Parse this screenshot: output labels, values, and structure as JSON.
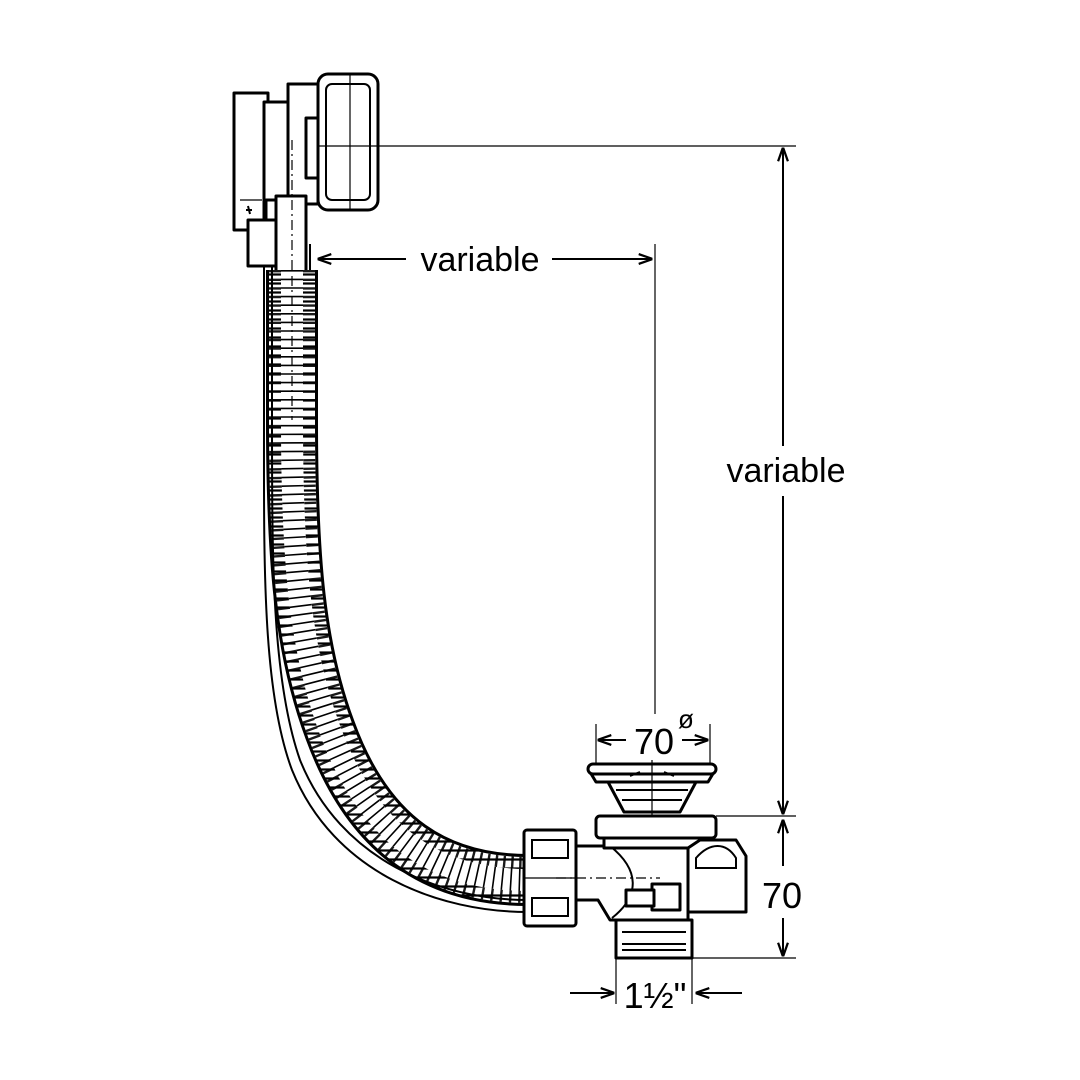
{
  "labels": {
    "horizontal_variable": "variable",
    "vertical_variable": "variable",
    "plug_diameter": "70",
    "diameter_symbol": "ø",
    "outlet_height": "70",
    "outlet_thread": "1½\""
  }
}
